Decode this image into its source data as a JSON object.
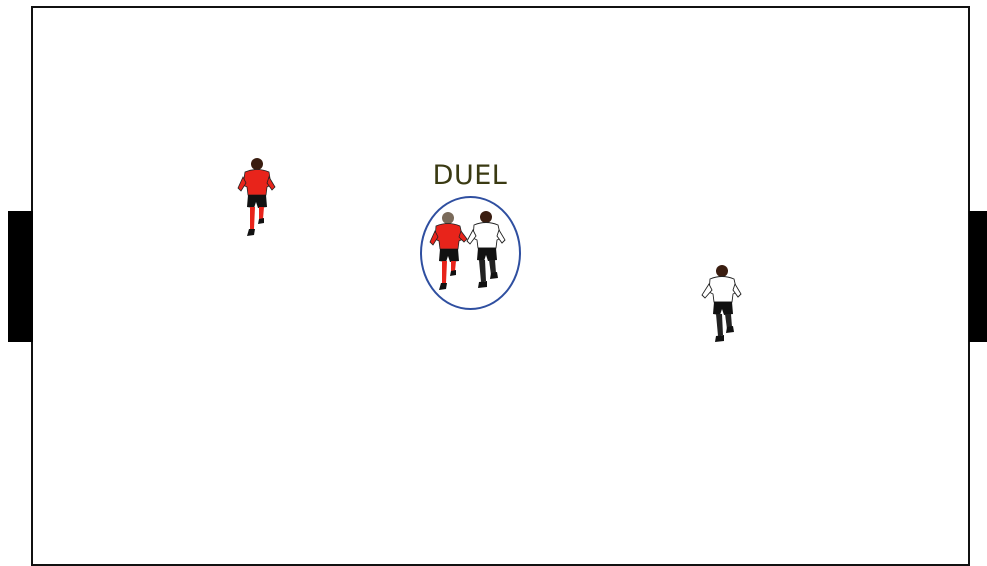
{
  "drill": {
    "label": "DUEL"
  },
  "colors": {
    "red_team": "#e8241b",
    "white_team": "#ffffff",
    "ring": "#2f4fa0",
    "label": "#3a3a12"
  },
  "players": [
    {
      "team": "red",
      "icon": "red-player-running"
    },
    {
      "team": "red",
      "icon": "red-player-running"
    },
    {
      "team": "white",
      "icon": "white-player-running"
    },
    {
      "team": "white",
      "icon": "white-player-running"
    }
  ]
}
